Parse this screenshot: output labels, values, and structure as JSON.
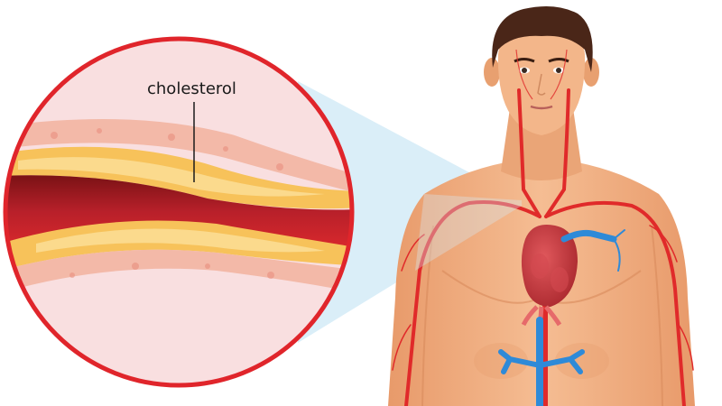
{
  "diagram": {
    "subject": "Atherosclerosis / circulatory system illustration",
    "magnifier": {
      "label": "cholesterol",
      "border_color": "#e0252b",
      "fill_color": "#f9dfe0"
    },
    "figure": {
      "description": "Male torso showing arteries (red) and veins (blue) with heart"
    },
    "colors": {
      "artery": "#e02a2a",
      "vein": "#2e8ad8",
      "skin": "#f0b184",
      "hair": "#4a2618",
      "heart": "#c8343a",
      "plaque": "#f7c25a",
      "cone": "#d6ecf7"
    },
    "icons": {
      "magnifier": "magnified-artery-circle",
      "body": "human-torso-figure",
      "heart": "heart-icon"
    }
  }
}
